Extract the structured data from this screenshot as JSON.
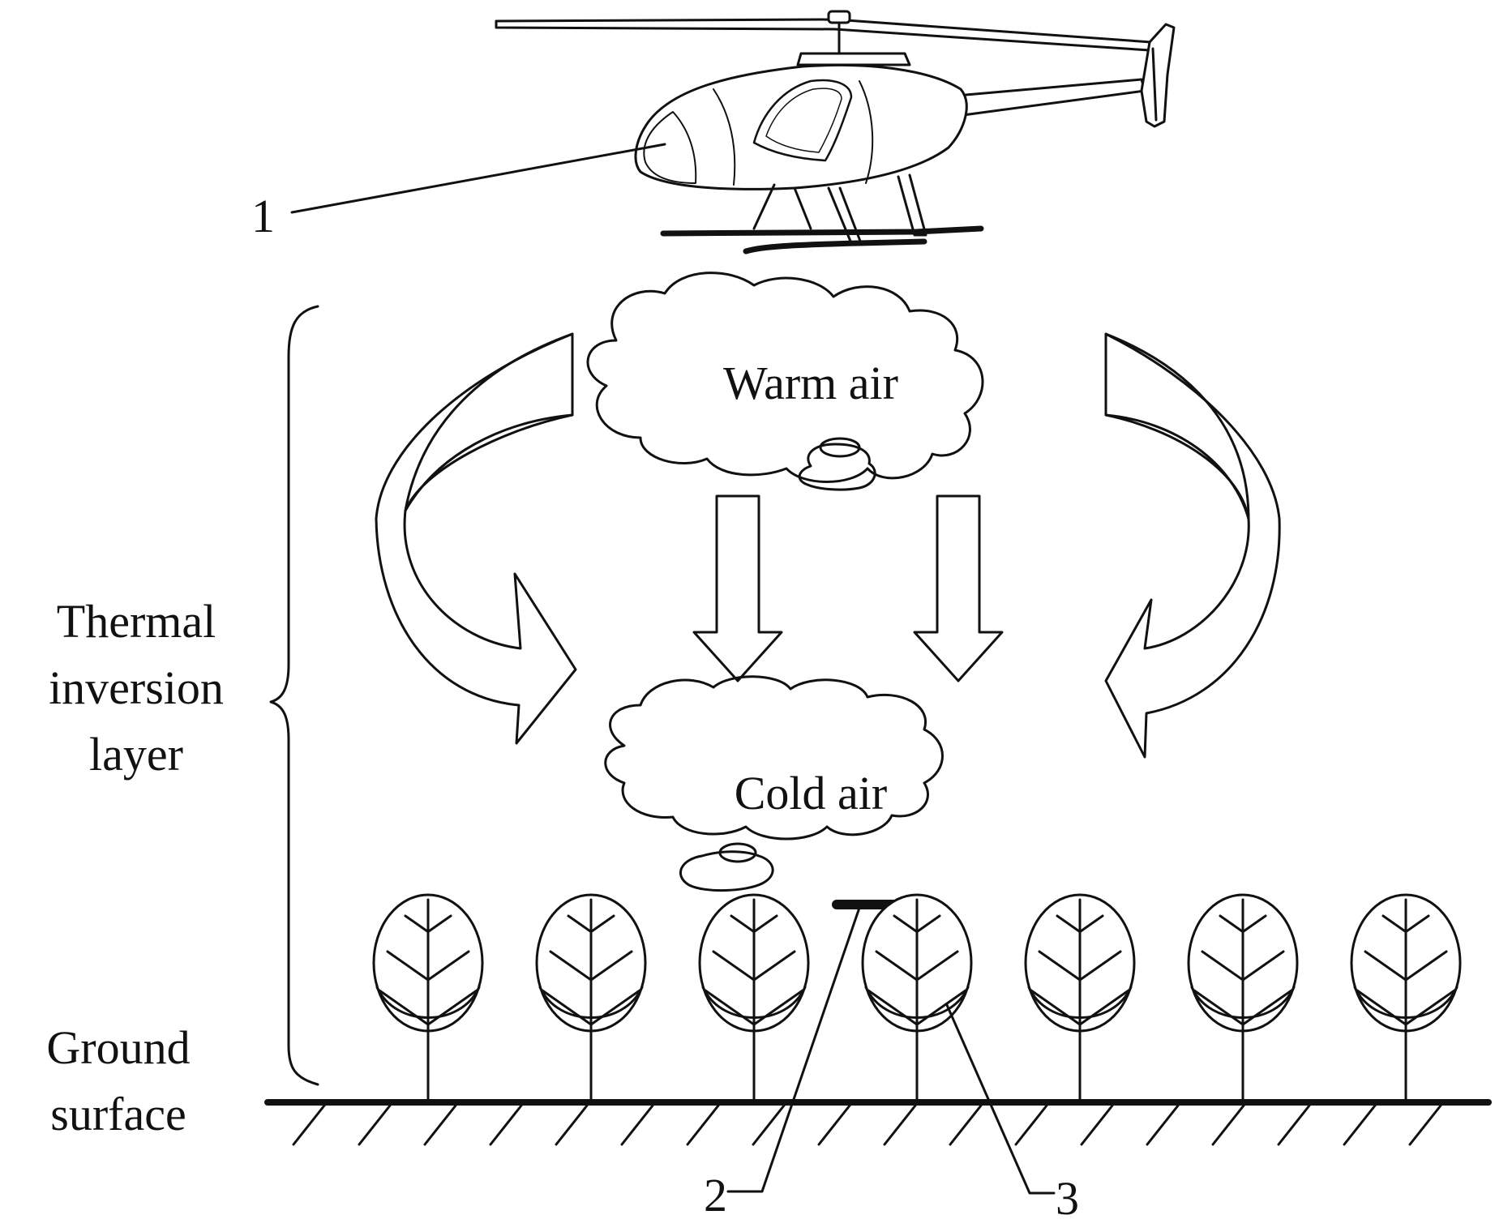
{
  "labels": {
    "helicopter_marker": "1",
    "sensor_marker": "2",
    "tree_marker": "3",
    "warm_air": "Warm air",
    "cold_air": "Cold air",
    "thermal_line1": "Thermal",
    "thermal_line2": "inversion",
    "thermal_line3": "layer",
    "ground_line1": "Ground",
    "ground_line2": "surface"
  },
  "colors": {
    "ink": "#111111",
    "arrow_shade": "#c8c8c8",
    "background": "#ffffff"
  },
  "tree_count": 7
}
